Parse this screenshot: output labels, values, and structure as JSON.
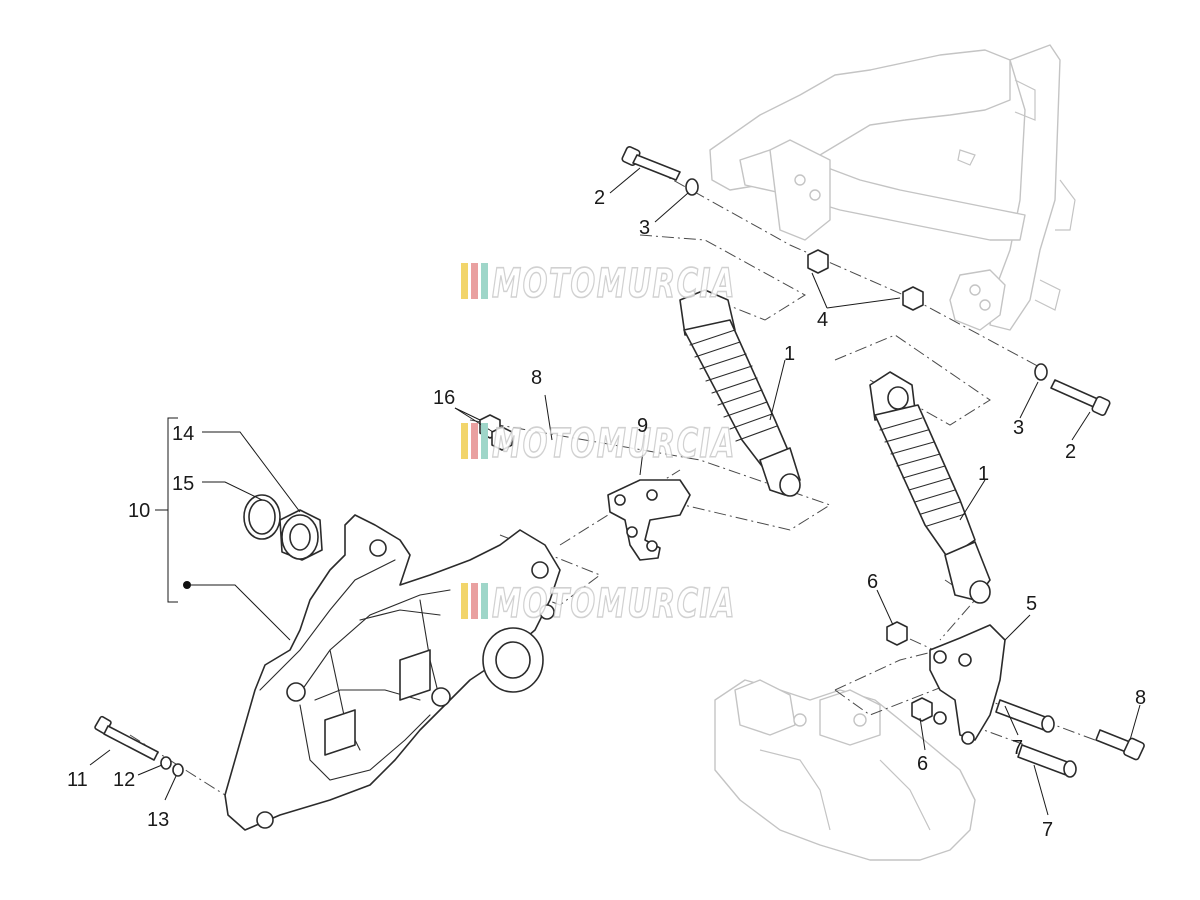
{
  "watermark": {
    "text": "MOTOMURCIA",
    "colors": [
      "#f2d56b",
      "#e9a0a0",
      "#9fd6c9"
    ]
  },
  "labels": [
    {
      "id": "1a",
      "text": "1"
    },
    {
      "id": "1b",
      "text": "1"
    },
    {
      "id": "2a",
      "text": "2"
    },
    {
      "id": "2b",
      "text": "2"
    },
    {
      "id": "3a",
      "text": "3"
    },
    {
      "id": "3b",
      "text": "3"
    },
    {
      "id": "4",
      "text": "4"
    },
    {
      "id": "5",
      "text": "5"
    },
    {
      "id": "6a",
      "text": "6"
    },
    {
      "id": "6b",
      "text": "6"
    },
    {
      "id": "7a",
      "text": "7"
    },
    {
      "id": "7b",
      "text": "7"
    },
    {
      "id": "8a",
      "text": "8"
    },
    {
      "id": "8b",
      "text": "8"
    },
    {
      "id": "9",
      "text": "9"
    },
    {
      "id": "10",
      "text": "10"
    },
    {
      "id": "11",
      "text": "11"
    },
    {
      "id": "12",
      "text": "12"
    },
    {
      "id": "13",
      "text": "13"
    },
    {
      "id": "14",
      "text": "14"
    },
    {
      "id": "15",
      "text": "15"
    },
    {
      "id": "16",
      "text": "16"
    }
  ]
}
